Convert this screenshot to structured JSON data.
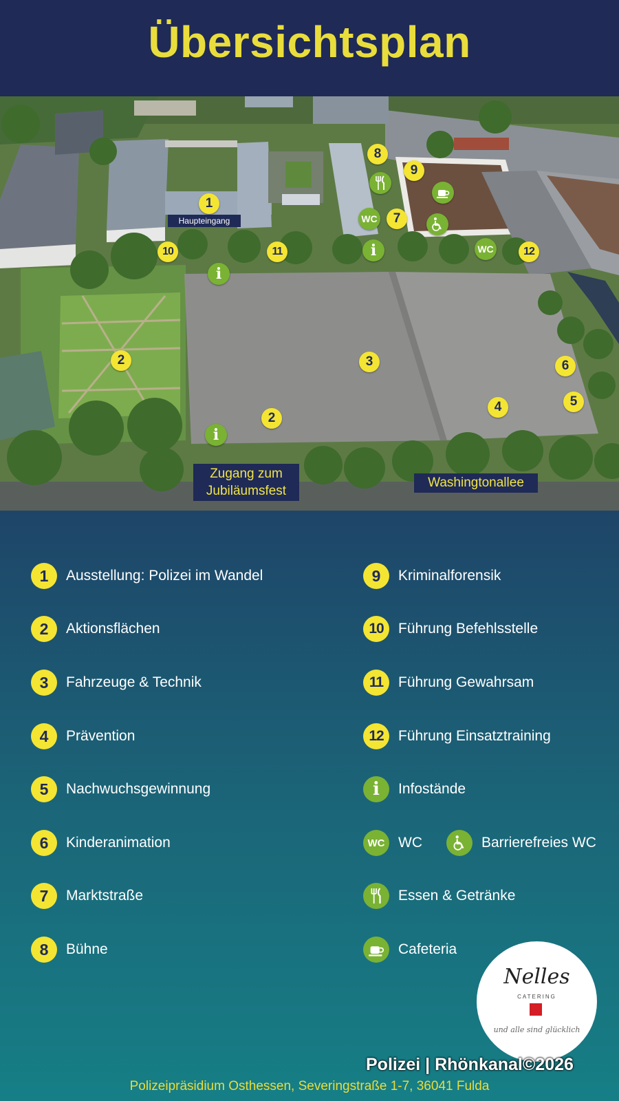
{
  "header": {
    "title": "Übersichtsplan"
  },
  "map": {
    "labels": {
      "main_entrance": "Haupteingang",
      "zugang_line1": "Zugang zum",
      "zugang_line2": "Jubiläumsfest",
      "street": "Washingtonallee"
    },
    "markers": {
      "m1": "1",
      "m2a": "2",
      "m2b": "2",
      "m3": "3",
      "m4": "4",
      "m5": "5",
      "m6": "6",
      "m7": "7",
      "m8": "8",
      "m9": "9",
      "m10": "10",
      "m11": "11",
      "m12": "12"
    },
    "icons": {
      "info": "i",
      "wc": "WC"
    }
  },
  "legend": {
    "left": [
      {
        "num": "1",
        "label": "Ausstellung: Polizei im Wandel"
      },
      {
        "num": "2",
        "label": "Aktionsflächen"
      },
      {
        "num": "3",
        "label": "Fahrzeuge & Technik"
      },
      {
        "num": "4",
        "label": "Prävention"
      },
      {
        "num": "5",
        "label": "Nachwuchsgewinnung"
      },
      {
        "num": "6",
        "label": "Kinderanimation"
      },
      {
        "num": "7",
        "label": "Marktstraße"
      },
      {
        "num": "8",
        "label": "Bühne"
      }
    ],
    "right": [
      {
        "num": "9",
        "label": "Kriminalforensik"
      },
      {
        "num": "10",
        "label": "Führung Befehlsstelle"
      },
      {
        "num": "11",
        "label": "Führung Gewahrsam"
      },
      {
        "num": "12",
        "label": "Führung Einsatztraining"
      },
      {
        "icon": "info-icon",
        "label": "Infostände"
      },
      {
        "icon": "wc-icon",
        "label": "WC",
        "icon2": "accessible-wc-icon",
        "label2": "Barrierefreies WC"
      },
      {
        "icon": "food-icon",
        "label": "Essen & Getränke"
      },
      {
        "icon": "coffee-icon",
        "label": "Cafeteria"
      }
    ]
  },
  "logo": {
    "brand": "Nelles",
    "sub": "CATERING",
    "tagline": "und alle sind glücklich"
  },
  "credit": "Polizei | Rhönkanal©2026",
  "footer": "Polizeipräsidium Osthessen, Severingstraße 1-7, 36041 Fulda",
  "colors": {
    "header_bg": "#1f2a56",
    "title": "#e9dd3c",
    "marker": "#f4e533",
    "green_icon": "#7ab233"
  }
}
